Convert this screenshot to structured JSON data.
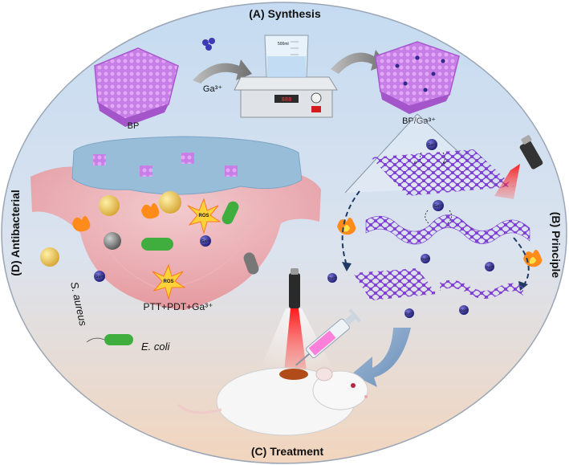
{
  "sections": {
    "synthesis": "(A) Synthesis",
    "principle": "(B) Principle",
    "treatment": "(C) Treatment",
    "antibacterial": "(D) Antibacterial"
  },
  "synthesis": {
    "bp_label": "BP",
    "ga_label": "Ga³⁺",
    "product_label": "BP/Ga³⁺",
    "beaker_label": "500ml"
  },
  "principle": {
    "ion_label": "Ga³⁺",
    "electron_label": "e⁻"
  },
  "antibacterial": {
    "ros_label": "ROS",
    "combo_label": "PTT+PDT+Ga³⁺",
    "s_aureus": "S. aureus",
    "e_coli": "E. coli",
    "ion_label": "Ga³⁺"
  },
  "colors": {
    "bp_purple": "#8a4fd8",
    "laser_red": "#ff2020",
    "ellipse_top": "#bcd6ef",
    "ellipse_bottom": "#f3d9c4",
    "ga_ion": "#2d2a8a"
  },
  "icons": [
    "gallium-ion-icon",
    "laser-pointer-icon",
    "syringe-icon",
    "mouse-icon",
    "magnetic-stirrer-icon",
    "beaker-icon",
    "fire-icon",
    "ros-burst-icon"
  ]
}
